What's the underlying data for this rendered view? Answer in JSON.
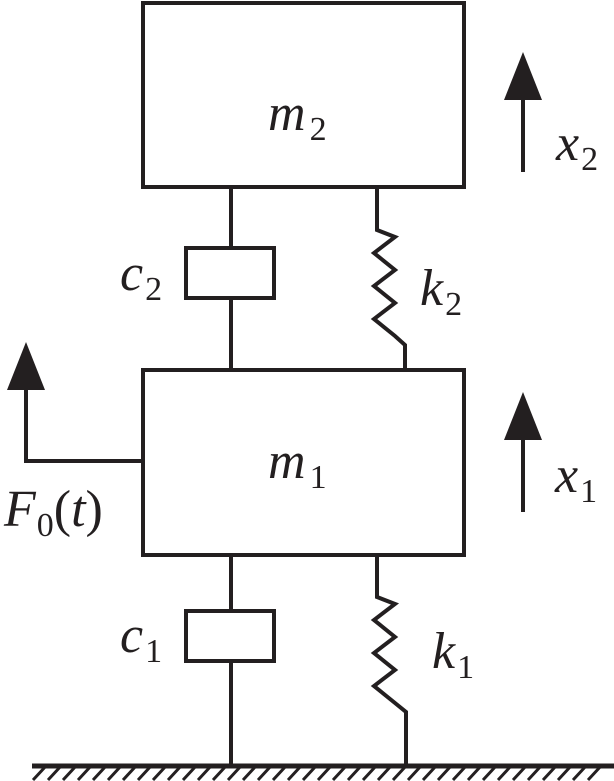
{
  "masses": {
    "upper": {
      "symbol": "m",
      "subscript": "2"
    },
    "lower": {
      "symbol": "m",
      "subscript": "1"
    }
  },
  "dampers": {
    "upper": {
      "symbol": "c",
      "subscript": "2"
    },
    "lower": {
      "symbol": "c",
      "subscript": "1"
    }
  },
  "springs": {
    "upper": {
      "symbol": "k",
      "subscript": "2"
    },
    "lower": {
      "symbol": "k",
      "subscript": "1"
    }
  },
  "displacements": {
    "upper": {
      "symbol": "x",
      "subscript": "2"
    },
    "lower": {
      "symbol": "x",
      "subscript": "1"
    }
  },
  "force": {
    "symbol": "F",
    "subscript": "0",
    "open": "(",
    "arg": "t",
    "close": ")"
  },
  "colors": {
    "ink": "#231f20",
    "background": "#ffffff"
  }
}
